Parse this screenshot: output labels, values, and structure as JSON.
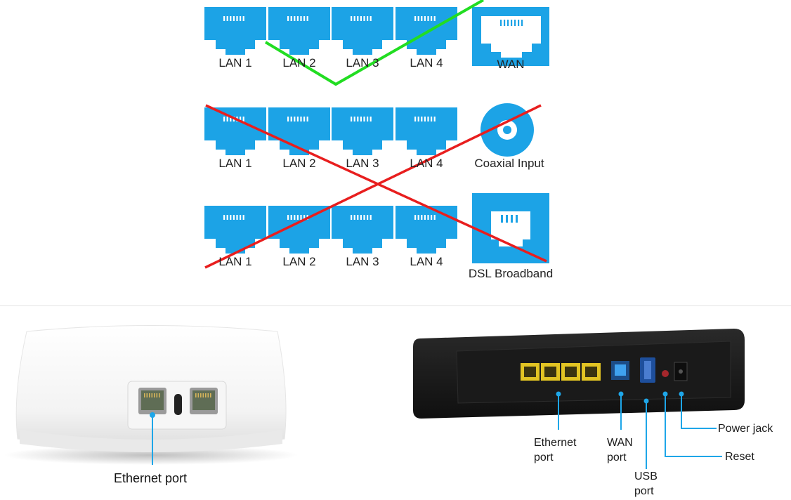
{
  "rows": [
    {
      "ports": [
        "LAN 1",
        "LAN 2",
        "LAN 3",
        "LAN 4"
      ],
      "connector_label": "WAN",
      "connector_icon": "rj45-wan-icon",
      "mark": "check",
      "mark_color": "#22dd22"
    },
    {
      "ports": [
        "LAN 1",
        "LAN 2",
        "LAN 3",
        "LAN 4"
      ],
      "connector_label": "Coaxial Input",
      "connector_icon": "coaxial-icon",
      "mark": "cross",
      "mark_color": "#e81e1e"
    },
    {
      "ports": [
        "LAN 1",
        "LAN 2",
        "LAN 3",
        "LAN 4"
      ],
      "connector_label": "DSL Broadband",
      "connector_icon": "dsl-phone-jack-icon",
      "mark": "cross",
      "mark_color": "#e81e1e"
    }
  ],
  "port_color": "#1ca3e6",
  "eero": {
    "device_icon": "eero-router-icon",
    "label": "Ethernet port"
  },
  "gateway": {
    "device_icon": "gateway-router-icon",
    "callouts": {
      "ethernet": [
        "Ethernet",
        "port"
      ],
      "wan": [
        "WAN",
        "port"
      ],
      "usb": [
        "USB",
        "port"
      ],
      "reset": "Reset",
      "power": "Power jack"
    },
    "callout_color": "#1ea6e8"
  }
}
